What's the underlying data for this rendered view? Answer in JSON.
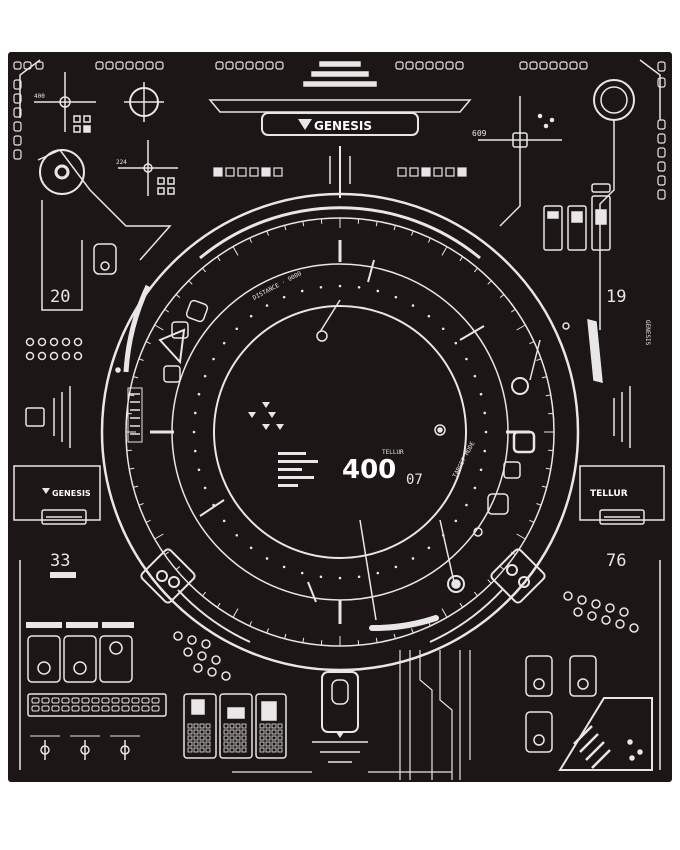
{
  "brand": {
    "name": "GENESIS",
    "partner": "TELLUR"
  },
  "counters": {
    "top_left": "20",
    "top_right": "19",
    "bottom_left": "33",
    "bottom_right": "76"
  },
  "hud": {
    "main_value": "400",
    "sub_value": "07",
    "small_label_top": "TELLUR",
    "distance_label": "DISTANCE · 9000",
    "target_label": "TARGET MODE",
    "code_left": "400",
    "code_left_2": "224",
    "code_right": "609",
    "side_brand": "GENESIS"
  },
  "colors": {
    "background": "#1c1616",
    "lines": "#e8e6e6",
    "page": "#ffffff"
  }
}
